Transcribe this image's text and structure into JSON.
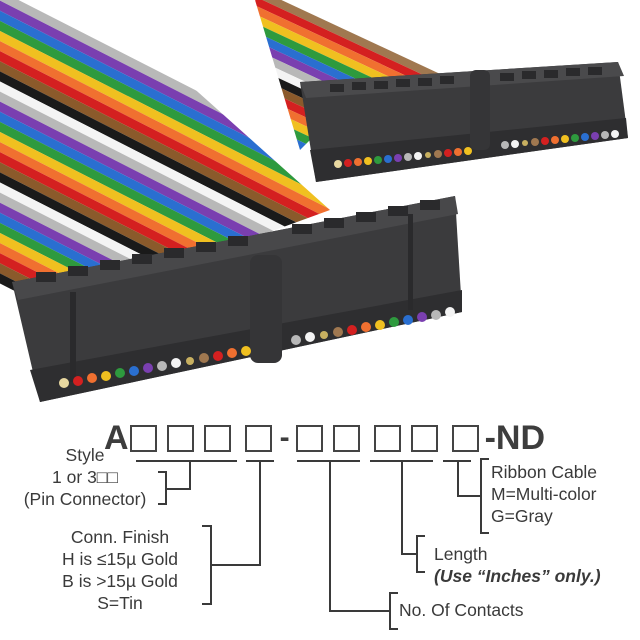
{
  "product_image": {
    "description": "Dual IDC ribbon cable assembly with multi-color flat ribbon cable and two black socket connectors",
    "connector_color": "#3b3b3d",
    "wire_colors": [
      "#8b5a2b",
      "#d42020",
      "#f07030",
      "#f0c020",
      "#2e9a3e",
      "#2a6fd0",
      "#7a3fb0",
      "#b8b8b8",
      "#f4f4f4",
      "#1a1a1a"
    ]
  },
  "part_number": {
    "prefix": "A",
    "group1_boxes": 4,
    "separator": "-",
    "group2_boxes": 5,
    "suffix": "-ND"
  },
  "labels": {
    "style": {
      "title": "Style",
      "line1": "1 or 3□□",
      "line2": "(Pin Connector)"
    },
    "finish": {
      "title": "Conn. Finish",
      "line1": "H is ≤15µ  Gold",
      "line2": "B is >15µ  Gold",
      "line3": "S=Tin"
    },
    "ribbon": {
      "title": "Ribbon Cable",
      "line1": "M=Multi-color",
      "line2": "G=Gray"
    },
    "length": {
      "title": "Length",
      "note": "(Use “Inches” only.)"
    },
    "contacts": {
      "title": "No. Of Contacts"
    }
  }
}
